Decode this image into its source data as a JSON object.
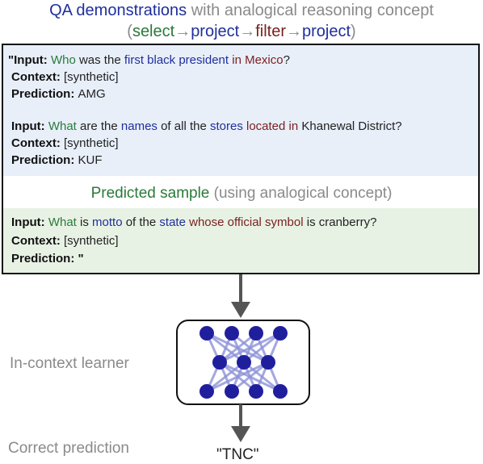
{
  "title": {
    "part1": "QA demonstrations",
    "part2": " with analogical reasoning concept",
    "line2_open": "(",
    "c1": "select",
    "arrow1": "→",
    "c2": "project",
    "arrow2": "→",
    "c3": "filter",
    "arrow3": "→",
    "c4": "project",
    "line2_close": ")"
  },
  "demo1": {
    "quote": "\"",
    "input_label": "Input: ",
    "w1": "Who",
    "w2": " was the ",
    "w3": "first black president",
    "w4": " ",
    "w5": "in",
    "w6": " ",
    "w7": "Mexico",
    "w8": "?",
    "context_label": "Context: ",
    "context_value": "[synthetic]",
    "prediction_label": "Prediction: ",
    "prediction_value": "AMG"
  },
  "demo2": {
    "input_label": "Input: ",
    "w1": "What",
    "w2": " are the ",
    "w3": "names",
    "w4": " of all the ",
    "w5": "stores",
    "w6": " ",
    "w7": "located in",
    "w8": " Khanewal District?",
    "context_label": "Context: ",
    "context_value": "[synthetic]",
    "prediction_label": "Prediction: ",
    "prediction_value": "KUF"
  },
  "predicted_header": {
    "main": "Predicted sample",
    "note": " (using analogical concept)"
  },
  "predicted": {
    "input_label": "Input: ",
    "w1": "What",
    "w2": " is ",
    "w3": "motto",
    "w4": " of the ",
    "w5": "state",
    "w6": " ",
    "w7": "whose official symbol",
    "w8": " is cranberry?",
    "context_label": "Context: ",
    "context_value": "[synthetic]",
    "prediction_label": "Prediction: \""
  },
  "learner_label": "In-context learner",
  "correct_label": "Correct prediction",
  "answer": "\"TNC\"",
  "colors": {
    "blue": "#1f2f9c",
    "green": "#2a7a3a",
    "red": "#7a1f1f",
    "node": "#1f1f9e",
    "edge": "#8d92d8",
    "demo_bg": "#e8eff9",
    "pred_bg": "#e8f2e4"
  }
}
